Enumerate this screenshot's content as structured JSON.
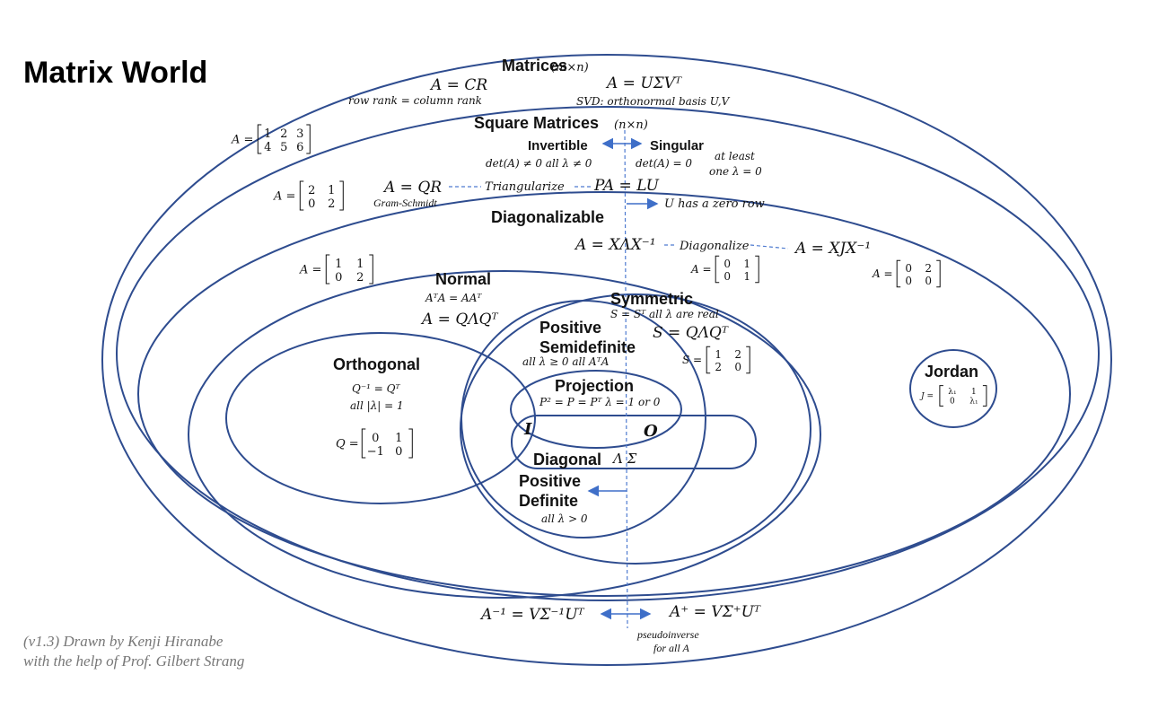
{
  "title": "Matrix World",
  "credit": {
    "line1": "(v1.3) Drawn by Kenji Hiranabe",
    "line2": "with the help of Prof. Gilbert Strang"
  },
  "matrices": {
    "label": "Matrices",
    "dims": "(m×n)",
    "cr": "A = CR",
    "cr_note": "row rank = column rank",
    "svd": "A = UΣVᵀ",
    "svd_note": "SVD:  orthonormal basis U,V",
    "example_lhs": "A =",
    "example_rows": [
      [
        "1",
        "2",
        "3"
      ],
      [
        "4",
        "5",
        "6"
      ]
    ]
  },
  "square": {
    "label": "Square Matrices",
    "dims": "(n×n)",
    "invertible": "Invertible",
    "invertible_cond": "det(A) ≠ 0   all λ ≠ 0",
    "singular": "Singular",
    "singular_cond": "det(A)  = 0",
    "singular_note1": "at least",
    "singular_note2": "one λ = 0",
    "qr": "A = QR",
    "qr_note": "Gram-Schmidt",
    "triangularize": "Triangularize",
    "lu": "PA = LU",
    "lu_note": "U has a zero row",
    "example_lhs": "A =",
    "example_rows": [
      [
        "2",
        "1"
      ],
      [
        "0",
        "2"
      ]
    ]
  },
  "diagonalizable": {
    "label": "Diagonalizable",
    "eig": "A = XΛX⁻¹",
    "diagonalize": "Diagonalize",
    "jordan_form": "A = XJX⁻¹",
    "example_lhs": "A =",
    "example_rows": [
      [
        "1",
        "1"
      ],
      [
        "0",
        "2"
      ]
    ],
    "example2_lhs": "A =",
    "example2_rows": [
      [
        "0",
        "1"
      ],
      [
        "0",
        "1"
      ]
    ],
    "singular_example_lhs": "A =",
    "singular_example_rows": [
      [
        "0",
        "2"
      ],
      [
        "0",
        "0"
      ]
    ]
  },
  "normal": {
    "label": "Normal",
    "cond": "AᵀA = AAᵀ",
    "form": "A = QΛQᵀ"
  },
  "symmetric": {
    "label": "Symmetric",
    "cond": "S = Sᵀ   all λ are real",
    "form": "S = QΛQᵀ",
    "example_lhs": "S =",
    "example_rows": [
      [
        "1",
        "2"
      ],
      [
        "2",
        "0"
      ]
    ]
  },
  "psd": {
    "label1": "Positive",
    "label2": "Semidefinite",
    "cond": "all λ ≥ 0     all AᵀA"
  },
  "orthogonal": {
    "label": "Orthogonal",
    "cond1": "Q⁻¹ = Qᵀ",
    "cond2": "all  |λ| = 1",
    "example_lhs": "Q =",
    "example_rows": [
      [
        "0",
        "1"
      ],
      [
        "−1",
        "0"
      ]
    ]
  },
  "projection": {
    "label": "Projection",
    "cond": "P² = P = Pᵀ  λ = 1 or 0"
  },
  "identity": "I",
  "zero": "O",
  "diagonal": {
    "label": "Diagonal",
    "symbols": "Λ  Σ"
  },
  "pd": {
    "label1": "Positive",
    "label2": "Definite",
    "cond": "all λ > 0"
  },
  "jordan": {
    "label": "Jordan",
    "example_lhs": "J =",
    "example_rows": [
      [
        "λ₁",
        "1"
      ],
      [
        "0",
        "λ₁"
      ]
    ]
  },
  "inverse": {
    "formula": "A⁻¹ = VΣ⁻¹Uᵀ",
    "pinv": "A⁺ = VΣ⁺Uᵀ",
    "pinv_note1": "pseudoinverse",
    "pinv_note2": "for all A"
  },
  "colors": {
    "oval_stroke": "#2e4c8f",
    "arrow": "#3f6fc8",
    "credit_text": "#777777"
  }
}
